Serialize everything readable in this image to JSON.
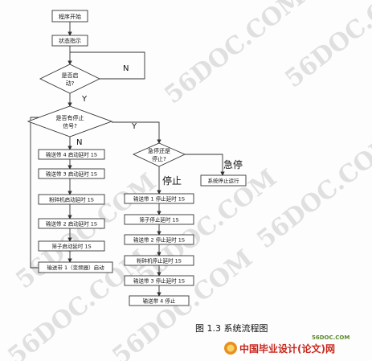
{
  "watermarks": [
    "56DOC.COM",
    "56DOC.COM",
    "56DOC.COM",
    "56DOC.COM",
    "56DOC.COM",
    "56DOC.COM",
    "56DOC.COM"
  ],
  "nodes": {
    "start": "程序开始",
    "status": "状态指示",
    "started_q_line1": "是否启",
    "started_q_line2": "动?",
    "stop_q_line1": "是否有停止",
    "stop_q_line2": "信号?",
    "conv4_start": "输送带 4 启动延时 1S",
    "conv3_start": "输送带 3 启动延时 1S",
    "crusher_start": "粉碎机启动延时 1S",
    "conv2_start": "输送带 2 启动延时 1S",
    "screen_start": "筛子启动延时 1S",
    "conv1_start": "输送带 1（变频器）启动",
    "emergency_q_line1": "急停还是",
    "emergency_q_line2": "停止?",
    "stop_system": "系统停止运行",
    "conv1_stop": "输送带 1 停止延时 1S",
    "screen_stop": "筛子停止延时 1S",
    "conv2_stop": "输送带 2 停止延时 1S",
    "crusher_stop": "粉碎机停止延时 1S",
    "conv3_stop": "输送带 3 停止延时 1S",
    "conv4_stop": "输送带 4 停止"
  },
  "branch_labels": {
    "n1": "N",
    "y1": "Y",
    "y2": "Y",
    "n2": "N",
    "emergency": "急停",
    "stop": "停止"
  },
  "caption": "图 1.3  系统流程图",
  "brand": {
    "site": "56DOC.COM",
    "name": "中国毕业设计(论文)网"
  }
}
